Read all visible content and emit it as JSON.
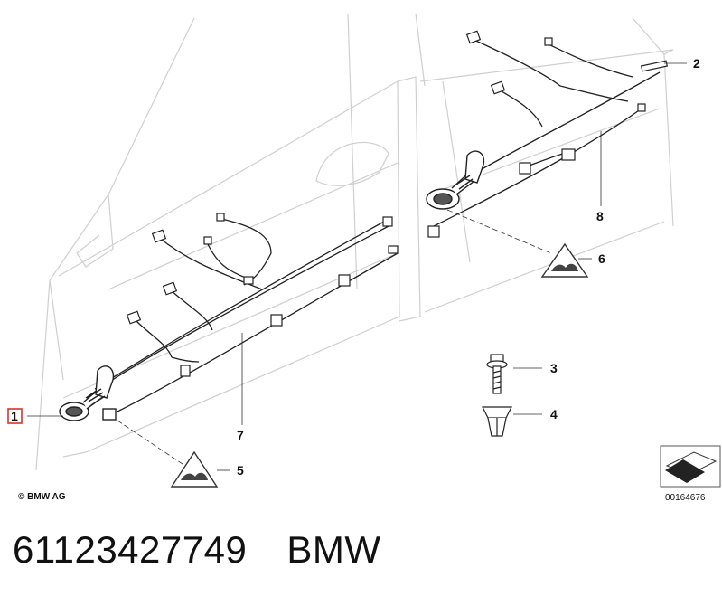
{
  "callouts": {
    "c1": "1",
    "c2": "2",
    "c3": "3",
    "c4": "4",
    "c5": "5",
    "c6": "6",
    "c7": "7",
    "c8": "8"
  },
  "copyright": "© BMW AG",
  "diagram_code": "00164676",
  "part_number": "61123427749",
  "brand": "BMW",
  "colors": {
    "outline": "#cfcfcf",
    "wire": "#222222",
    "highlight": "#e0302a"
  }
}
